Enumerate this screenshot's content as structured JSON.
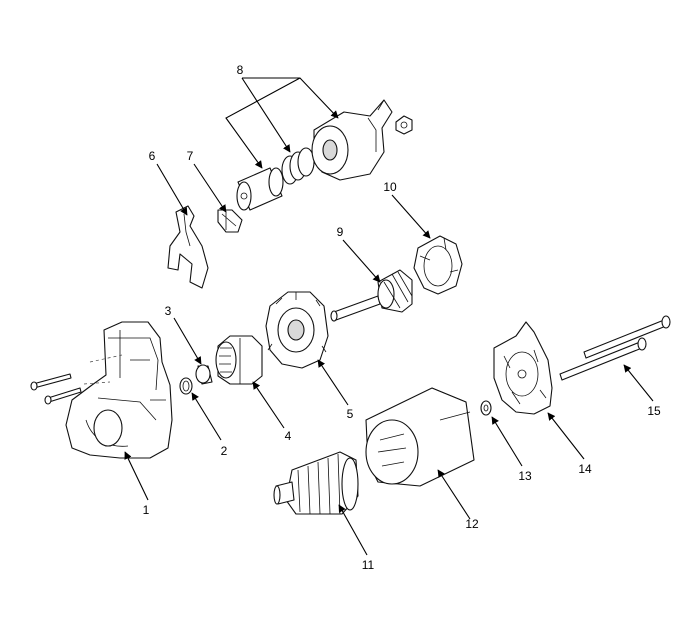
{
  "diagram": {
    "callouts": [
      "1",
      "2",
      "3",
      "4",
      "5",
      "6",
      "7",
      "8",
      "9",
      "10",
      "11",
      "12",
      "13",
      "14",
      "15"
    ]
  },
  "colors": {
    "line": "#111111",
    "background": "#ffffff",
    "shade": "#d9d9d9"
  }
}
